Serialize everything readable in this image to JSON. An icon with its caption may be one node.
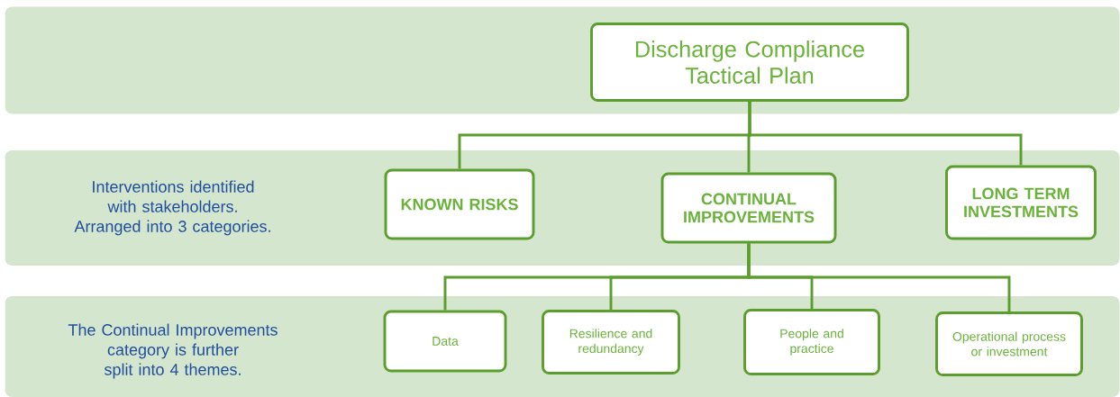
{
  "diagram": {
    "nodes": [
      {
        "text": [],
        "shape": "band"
      },
      {
        "text": [
          "Discharge Compliance Tactical Plan"
        ],
        "in": 0
      },
      {
        "text": [
          "Interventions identified with stakeholders. Arranged into 3 categories."
        ]
      },
      {
        "text": [
          "KNOWN RISKS"
        ],
        "in": 2
      },
      {
        "text": [
          "CONTINUAL IMPROVEMENTS"
        ],
        "in": 2
      },
      {
        "text": [
          "LONG TERM INVESTMENTS"
        ],
        "in": 2
      },
      {
        "text": [
          "The Continual Improvements category is further split into 4 themes."
        ]
      },
      {
        "text": [
          "Data"
        ],
        "in": 6
      },
      {
        "text": [
          "Resilience and redundancy"
        ],
        "in": 6
      },
      {
        "text": [
          "People and practice"
        ],
        "in": 6
      },
      {
        "text": [
          "Operational process or investment"
        ],
        "in": 6
      }
    ],
    "edges": [
      {
        "from": 1,
        "to": 3,
        "arrow": "none"
      },
      {
        "from": 1,
        "to": 4,
        "arrow": "none"
      },
      {
        "from": 1,
        "to": 5,
        "arrow": "none"
      },
      {
        "from": 4,
        "to": 7,
        "arrow": "none"
      },
      {
        "from": 4,
        "to": 8,
        "arrow": "none"
      },
      {
        "from": 4,
        "to": 9,
        "arrow": "none"
      },
      {
        "from": 4,
        "to": 10,
        "arrow": "none"
      }
    ]
  }
}
